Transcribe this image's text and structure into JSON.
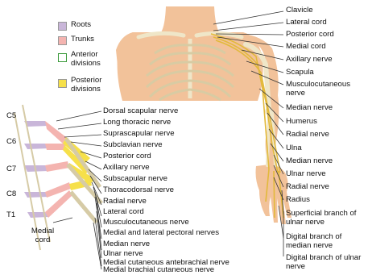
{
  "legend": [
    {
      "label": "Roots",
      "color": "#c9b6d9"
    },
    {
      "label": "Trunks",
      "color": "#f4b4b0"
    },
    {
      "label": "Anterior divisions",
      "color": "#ffffff",
      "border": "#3a9a3a"
    },
    {
      "label": "Posterior divisions",
      "color": "#f6e04a"
    }
  ],
  "roots": [
    "C5",
    "C6",
    "C7",
    "C8",
    "T1"
  ],
  "medial_cord_label": "Medial cord",
  "plexus_labels": [
    "Dorsal scapular nerve",
    "Long thoracic nerve",
    "Suprascapular nerve",
    "Subclavian nerve",
    "Posterior cord",
    "Axillary nerve",
    "Subscapular nerve",
    "Thoracodorsal nerve",
    "Radial nerve",
    "Lateral cord",
    "Musculocutaneous nerve",
    "Medial and lateral pectoral nerves",
    "Median nerve",
    "Ulnar nerve",
    "Medial cutaneous antebrachial nerve",
    "Medial brachial cutaneous nerve"
  ],
  "body_labels": [
    "Clavicle",
    "Lateral cord",
    "Posterior cord",
    "Medial cord",
    "Axillary nerve",
    "Scapula",
    "Musculocutaneous nerve",
    "Median nerve",
    "Humerus",
    "Radial nerve",
    "Ulna",
    "Median nerve",
    "Ulnar nerve",
    "Radial nerve",
    "Radius",
    "Superficial branch of ulnar nerve",
    "Digital branch of median nerve",
    "Digital branch of ulnar nerve"
  ],
  "colors": {
    "skin": "#f2c29a",
    "bone": "#f5efd9",
    "nerve": "#e8c451",
    "root": "#c9b6d9",
    "trunk": "#f4b4b0",
    "posterior": "#f6e04a"
  }
}
